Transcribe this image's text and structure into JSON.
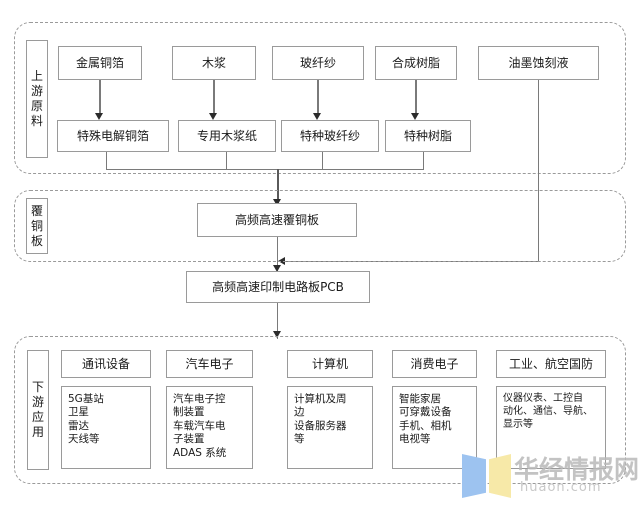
{
  "diagram": {
    "title": "PCB Industry Chain Flowchart",
    "colors": {
      "box_border": "#9a9a9a",
      "band_border": "#9a9a9a",
      "connector": "#7a7a7a",
      "arrow": "#2b2b2b",
      "text": "#1a1a1a",
      "watermark_blue": "#9dc3f0",
      "watermark_yellow": "#f7e9a8",
      "watermark_gray": "#b9b9b9"
    }
  },
  "upstream": {
    "side_label": "上游原料",
    "raw_materials": [
      {
        "label": "金属铜箔"
      },
      {
        "label": "木浆"
      },
      {
        "label": "玻纤纱"
      },
      {
        "label": "合成树脂"
      },
      {
        "label": "油墨蚀刻液"
      }
    ],
    "processed_materials": [
      {
        "label": "特殊电解铜箔"
      },
      {
        "label": "专用木浆纸"
      },
      {
        "label": "特种玻纤纱"
      },
      {
        "label": "特种树脂"
      }
    ]
  },
  "midstream": {
    "side_label": "覆铜板",
    "product": "高频高速覆铜板"
  },
  "pcb": {
    "product": "高频高速印制电路板PCB"
  },
  "downstream": {
    "side_label": "下游应用",
    "categories": [
      {
        "title": "通讯设备",
        "details": "5G基站\n卫星\n雷达\n天线等"
      },
      {
        "title": "汽车电子",
        "details": "汽车电子控\n制装置\n车载汽车电\n子装置\nADAS 系统"
      },
      {
        "title": "计算机",
        "details": "计算机及周\n边\n设备服务器\n等"
      },
      {
        "title": "消费电子",
        "details": "智能家居\n可穿戴设备\n手机、相机\n电视等"
      },
      {
        "title": "工业、航空国防",
        "details": "仪器仪表、工控自\n动化、通信、导航、\n显示等"
      }
    ]
  },
  "watermark": {
    "text": "华经情报网",
    "url": "huaon.com"
  }
}
